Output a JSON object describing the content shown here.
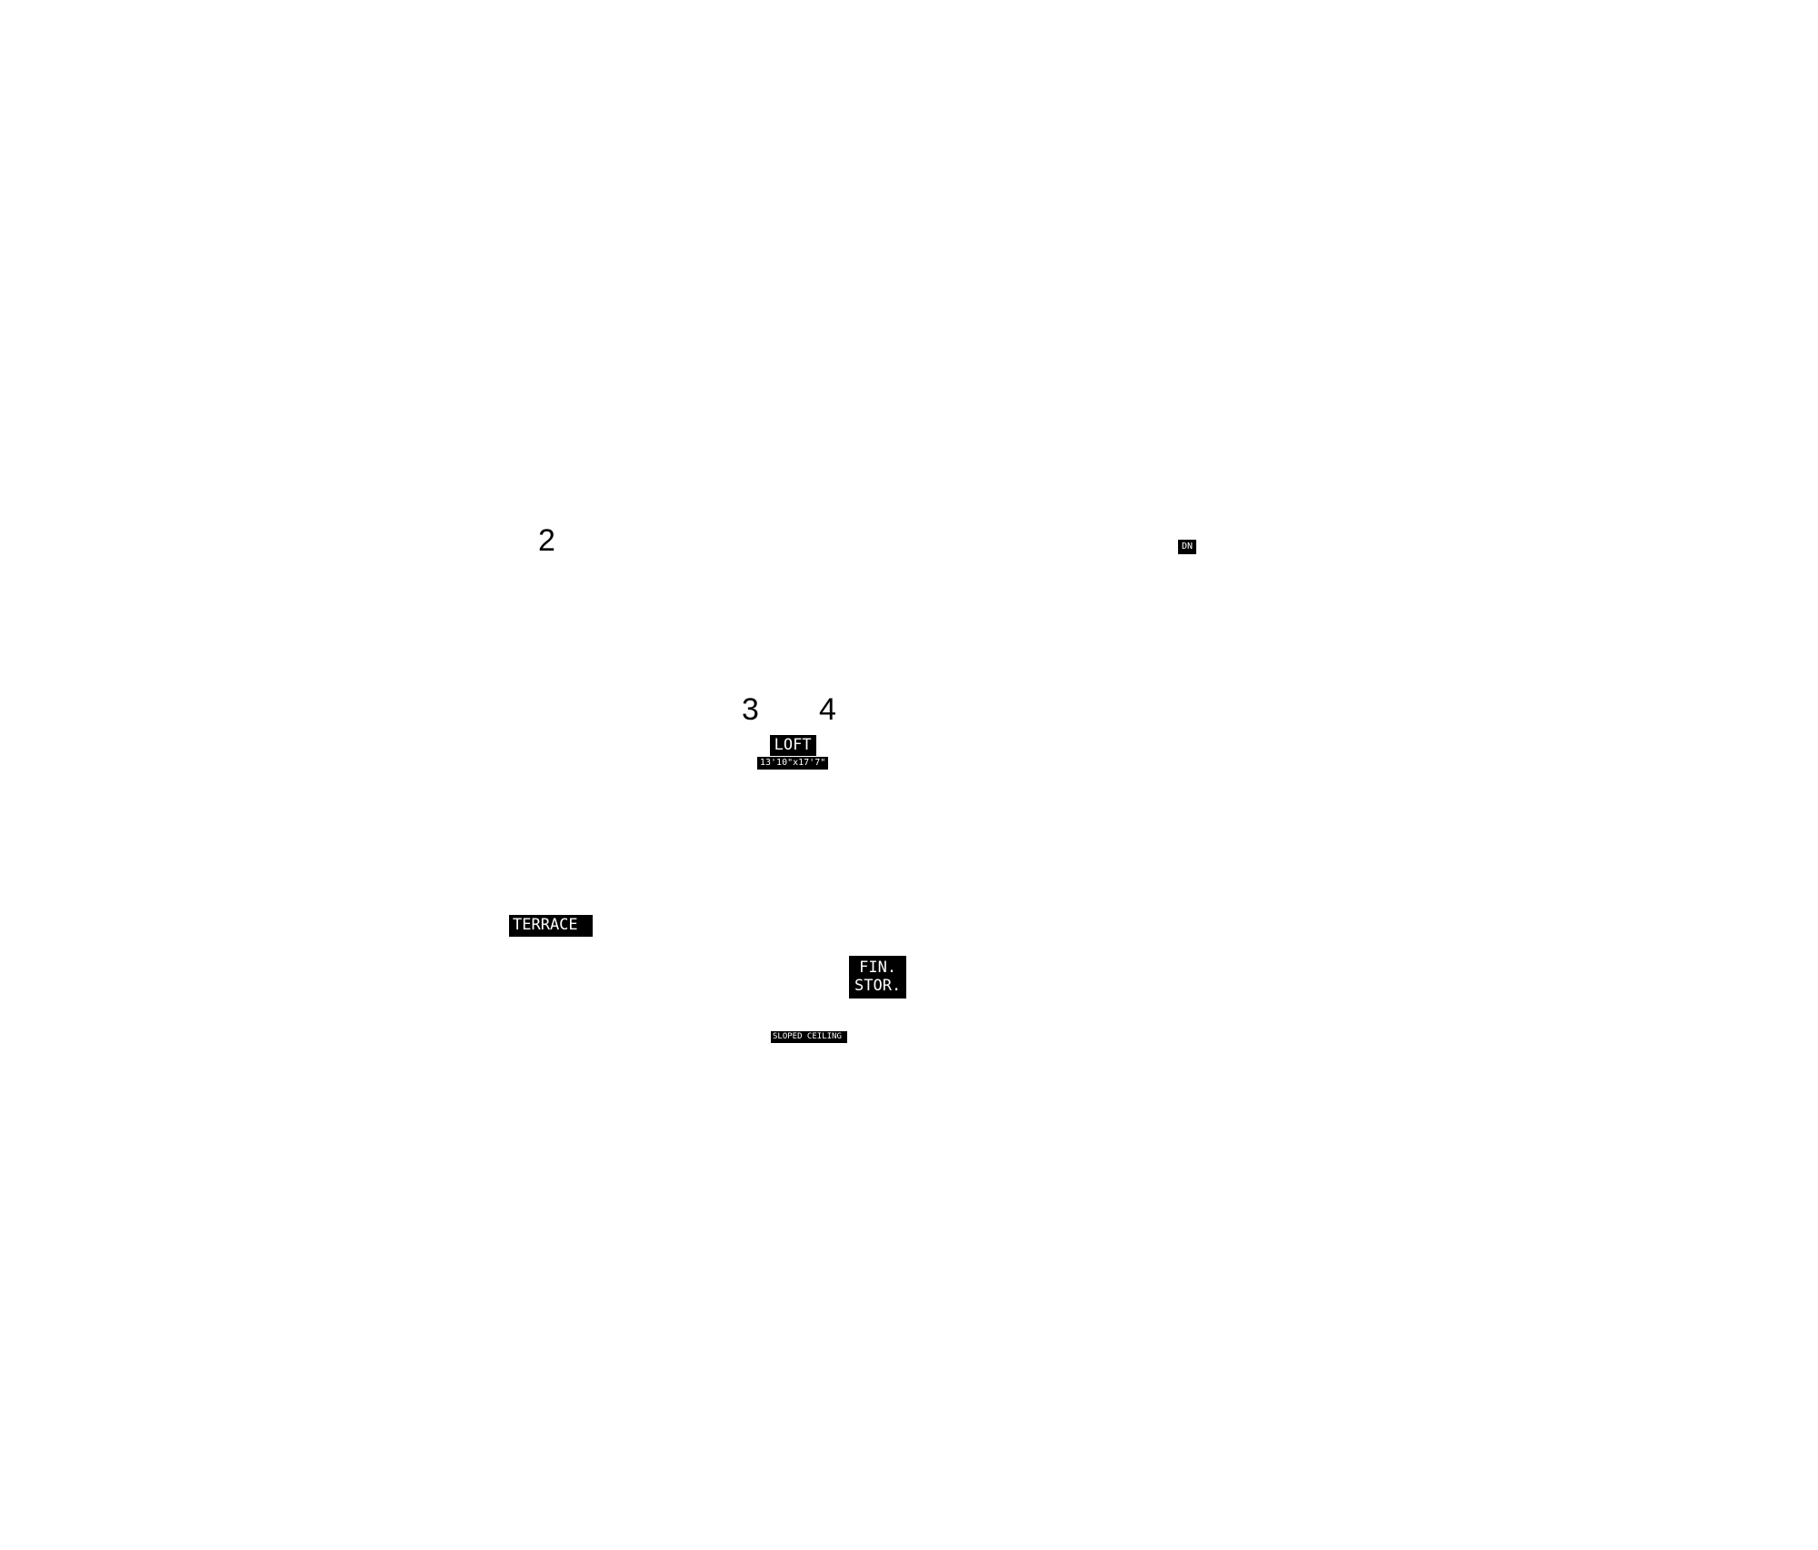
{
  "markers": {
    "m2": "2",
    "m3": "3",
    "m4": "4"
  },
  "labels": {
    "dn": "DN",
    "loft": "LOFT",
    "loft_dim": "13'10\"x17'7\"",
    "terrace": "TERRACE",
    "fin_stor_line1": "FIN.",
    "fin_stor_line2": "STOR.",
    "sloped_ceiling": "SLOPED CEILING"
  },
  "colors": {
    "background": "#ffffff",
    "label_bg": "#000000",
    "label_text": "#ffffff",
    "marker_text": "#000000"
  }
}
